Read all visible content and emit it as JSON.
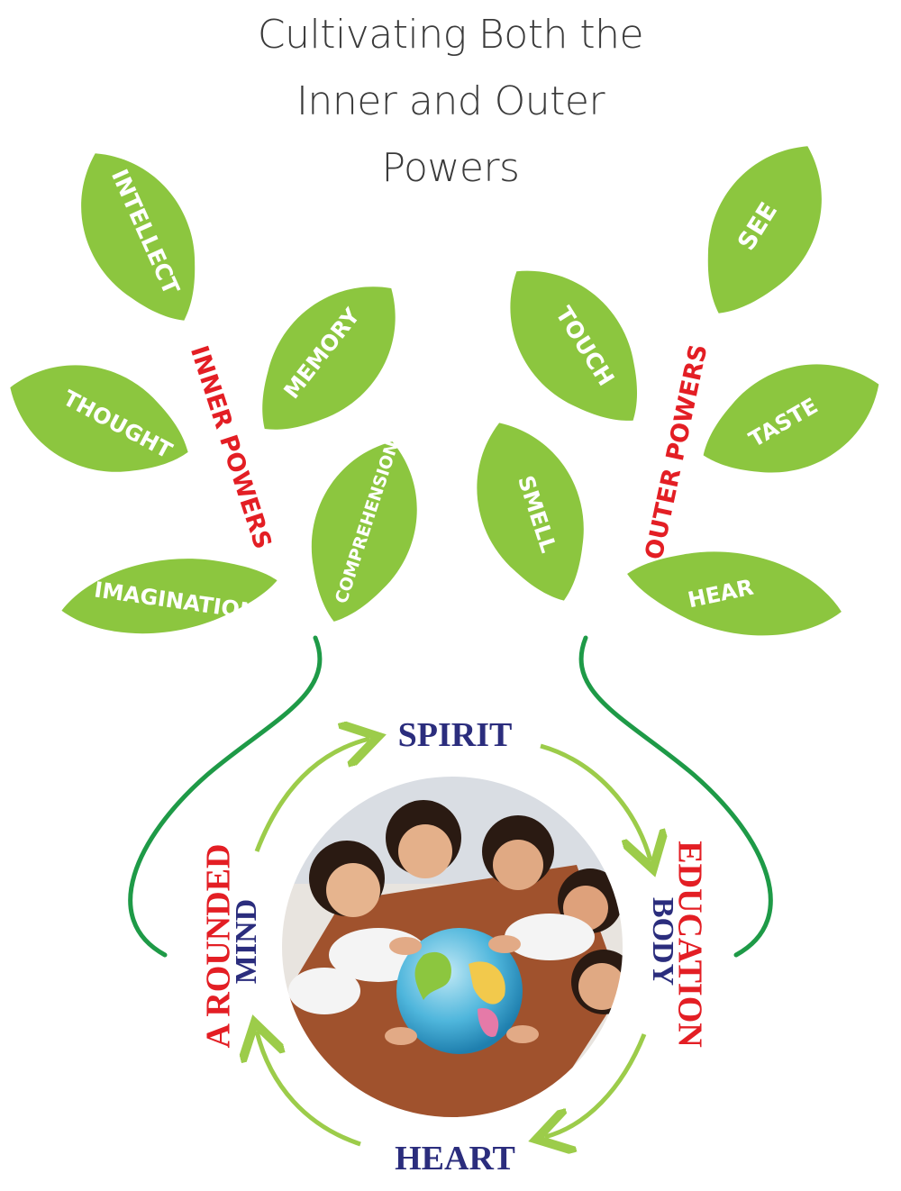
{
  "title_lines": [
    "Cultivating Both the",
    "Inner and Outer",
    "Powers"
  ],
  "inner": {
    "label": "INNER POWERS",
    "leaves": [
      "INTELLECT",
      "THOUGHT",
      "MEMORY",
      "COMPREHENSION",
      "IMAGINATION"
    ]
  },
  "outer": {
    "label": "OUTER POWERS",
    "leaves": [
      "SEE",
      "TOUCH",
      "TASTE",
      "SMELL",
      "HEAR"
    ]
  },
  "cycle": {
    "top": "SPIRIT",
    "right_blue": "BODY",
    "right_red": "EDUCATION",
    "bottom": "HEART",
    "left_blue": "MIND",
    "left_red": "A ROUNDED"
  },
  "photo": "children-holding-globe-photo",
  "colors": {
    "leaf": "#8cc63f",
    "stem": "#1e9a47",
    "arrow": "#9ccc4a",
    "red": "#e31e24",
    "blue": "#2b2d7d"
  }
}
